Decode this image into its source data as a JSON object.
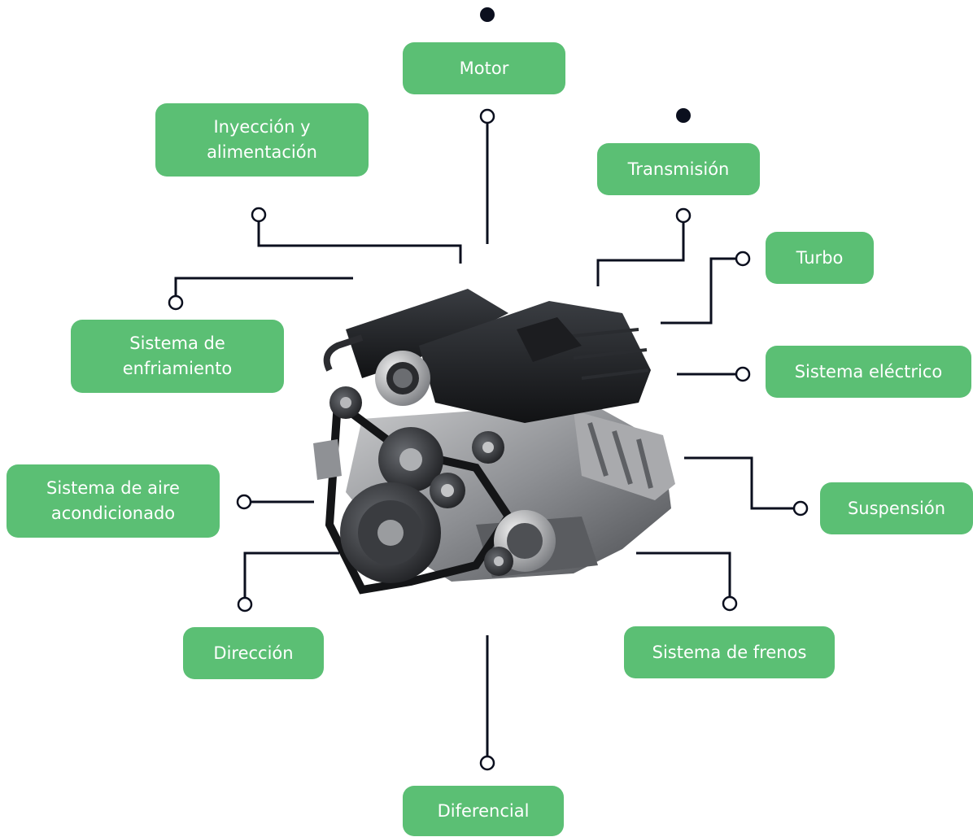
{
  "colors": {
    "label_fill": "#5bbf74",
    "label_text": "#ffffff",
    "connector": "#0b0f1e",
    "marker_dot": "#0b0f1e"
  },
  "illustration": "car-engine",
  "labels": {
    "motor": "Motor",
    "inyeccion": "Inyección y\nalimentación",
    "transmision": "Transmisión",
    "turbo": "Turbo",
    "enfriamiento": "Sistema de\nenfriamiento",
    "electrico": "Sistema eléctrico",
    "aire": "Sistema de aire\nacondicionado",
    "suspension": "Suspensión",
    "direccion": "Dirección",
    "frenos": "Sistema de frenos",
    "diferencial": "Diferencial"
  }
}
